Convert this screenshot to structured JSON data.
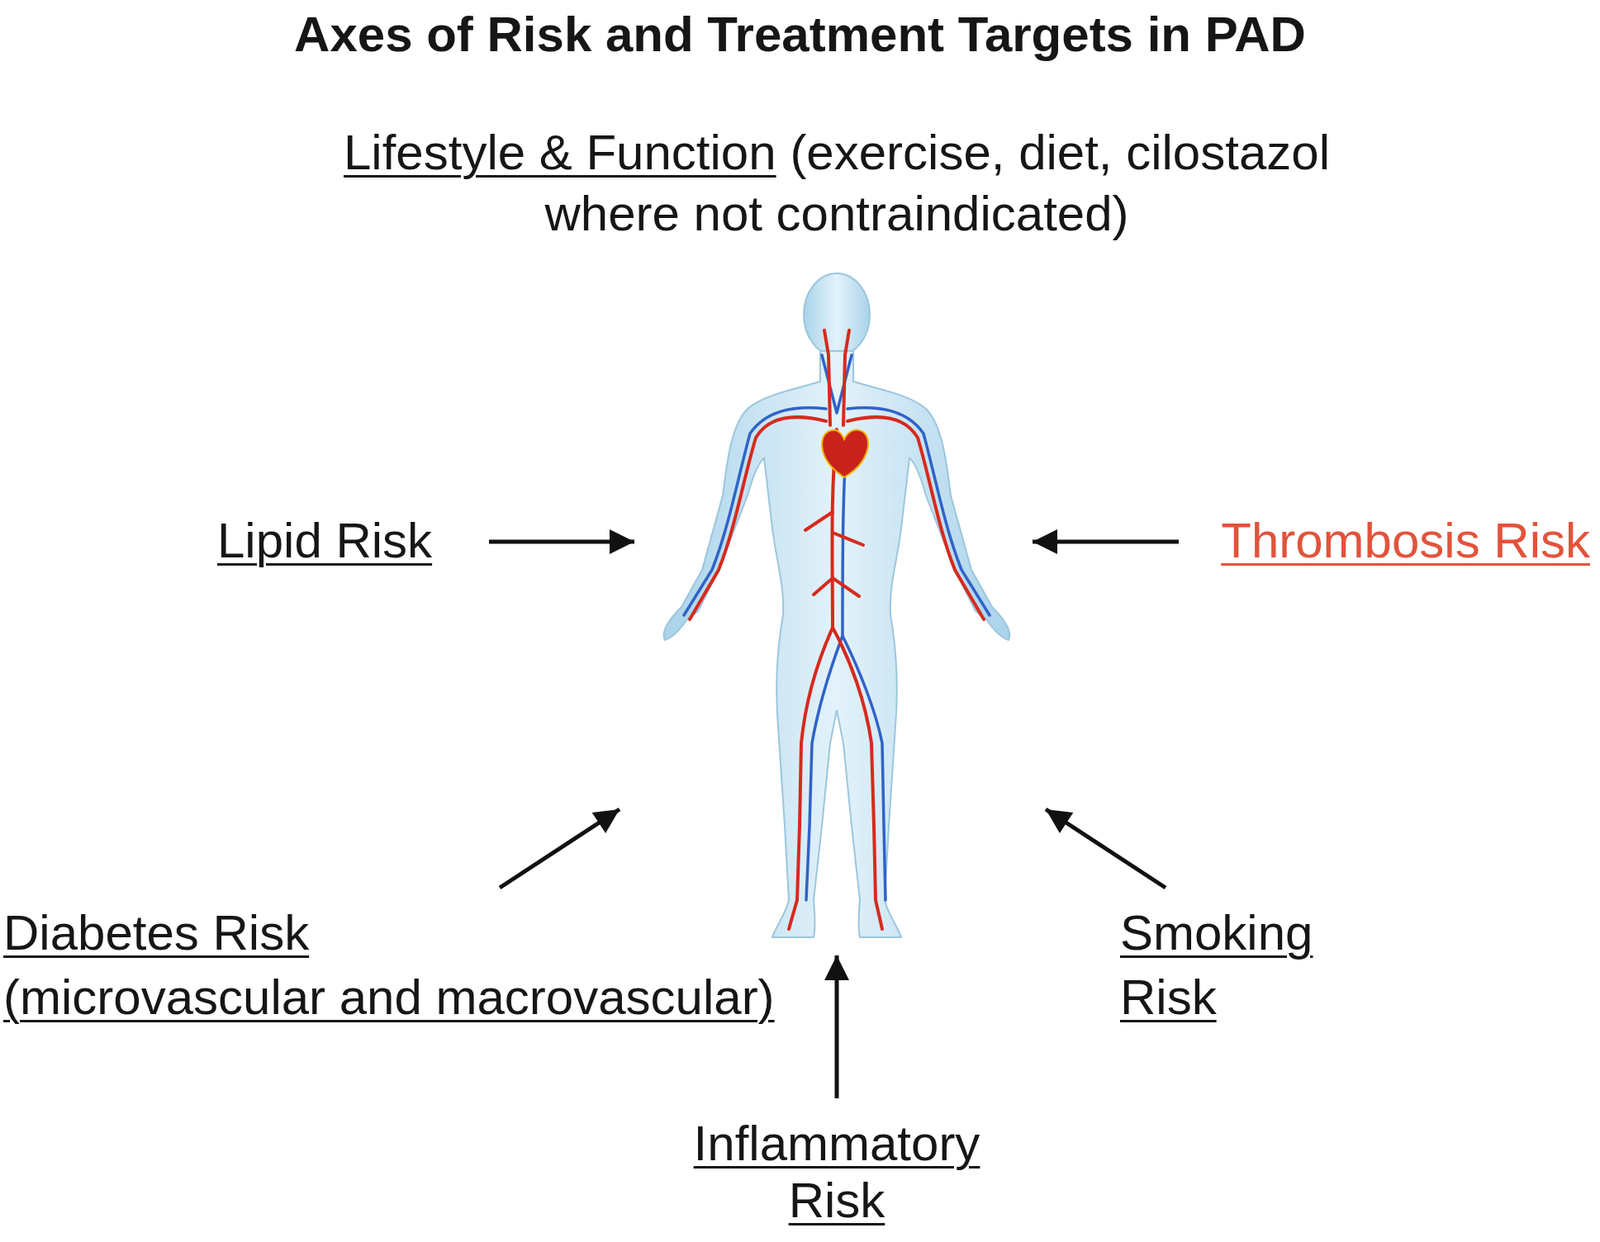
{
  "diagram": {
    "title": "Axes of Risk and Treatment Targets in PAD",
    "labels": [
      "Lifestyle & Function",
      "(exercise, diet, cilostazol where not contraindicated)",
      "Lipid Risk",
      "Thrombosis Risk",
      "Diabetes Risk",
      "(microvascular and macrovascular)",
      "Smoking Risk",
      "Inflammatory Risk"
    ]
  }
}
